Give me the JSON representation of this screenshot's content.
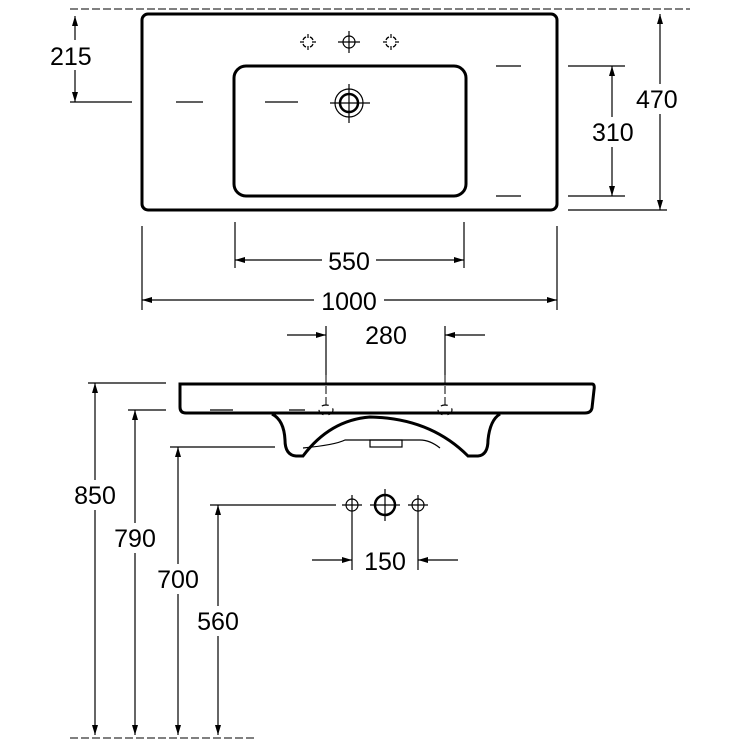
{
  "title": "Washbasin dimension drawing",
  "dimensions": {
    "top_offset": "215",
    "depth": "470",
    "basin_depth": "310",
    "basin_width": "550",
    "width": "1000",
    "bracket_spacing": "280",
    "height_top": "850",
    "height_rim": "790",
    "height_bottom": "700",
    "height_supply": "560",
    "supply_spacing": "150"
  },
  "colors": {
    "line": "#000000",
    "background": "#ffffff"
  }
}
